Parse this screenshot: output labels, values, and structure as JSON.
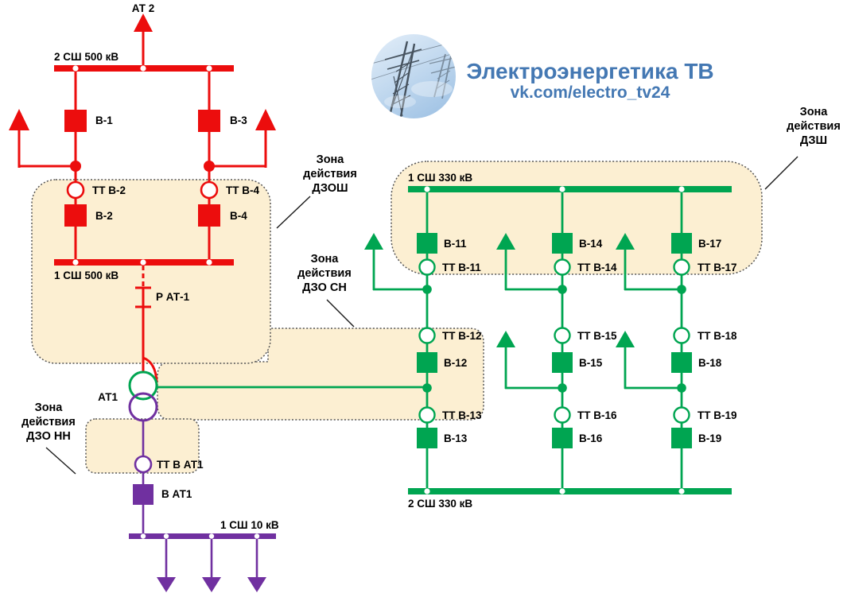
{
  "logo": {
    "title": "Электроэнергетика ТВ",
    "subtitle": "vk.com/electro_tv24"
  },
  "colors": {
    "red": "#ec0d0d",
    "green": "#00a551",
    "purple": "#7030a0",
    "zone_fill": "#fcefd2",
    "zone_border": "#555555",
    "logo_blue": "#4478b3"
  },
  "hv_section": {
    "top_feeder": "АТ 2",
    "bus_2": "2 СШ 500 кВ",
    "bus_1": "1 СШ 500 кВ",
    "breaker_b1": "В-1",
    "breaker_b3": "В-3",
    "ct_b2": "ТТ В-2",
    "ct_b4": "ТТ В-4",
    "breaker_b2": "В-2",
    "breaker_b4": "В-4",
    "disconnector": "Р АТ-1",
    "transformer": "АТ1"
  },
  "lv_section": {
    "ct": "ТТ В АТ1",
    "breaker": "В АТ1",
    "bus": "1 СШ 10 кВ"
  },
  "mv_section": {
    "bus_1": "1 СШ 330 кВ",
    "bus_2": "2 СШ 330 кВ",
    "columns": [
      {
        "breaker_top": "В-11",
        "ct_top": "ТТ В-11",
        "ct_mid": "ТТ В-12",
        "breaker_mid": "В-12",
        "ct_low": "ТТ В-13",
        "breaker_low": "В-13"
      },
      {
        "breaker_top": "В-14",
        "ct_top": "ТТ В-14",
        "ct_mid": "ТТ В-15",
        "breaker_mid": "В-15",
        "ct_low": "ТТ В-16",
        "breaker_low": "В-16"
      },
      {
        "breaker_top": "В-17",
        "ct_top": "ТТ В-17",
        "ct_mid": "ТТ В-18",
        "breaker_mid": "В-18",
        "ct_low": "ТТ В-19",
        "breaker_low": "В-19"
      }
    ]
  },
  "zones": {
    "dzosh": {
      "lines": [
        "Зона",
        "действия",
        "ДЗОШ"
      ]
    },
    "dzo_sn": {
      "lines": [
        "Зона",
        "действия",
        "ДЗО СН"
      ]
    },
    "dzo_nn": {
      "lines": [
        "Зона",
        "действия",
        "ДЗО НН"
      ]
    },
    "dzsh": {
      "lines": [
        "Зона",
        "действия",
        "ДЗШ"
      ]
    }
  }
}
